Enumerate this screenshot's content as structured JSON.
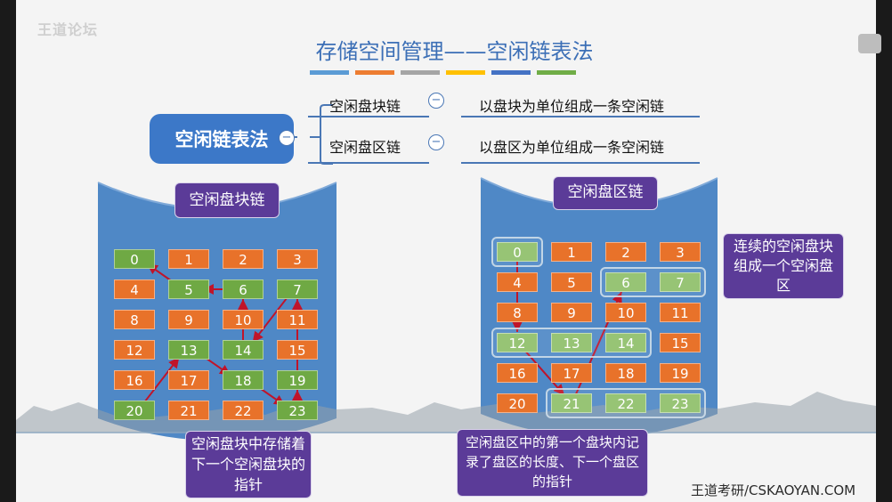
{
  "slide": {
    "title": "存储空间管理——空闲链表法",
    "root_label": "空闲链表法",
    "methods": [
      {
        "name": "空闲盘块链",
        "desc": "以盘块为单位组成一条空闲链"
      },
      {
        "name": "空闲盘区链",
        "desc": "以盘区为单位组成一条空闲链"
      }
    ],
    "left_disk": {
      "title": "空闲盘块链",
      "note": "空闲盘块中存储着下一个空闲盘块的指针"
    },
    "right_disk": {
      "title": "空闲盘区链",
      "note_extent": "连续的空闲盘块组成一个空闲盘区",
      "note_bottom": "空闲盘区中的第一个盘块内记录了盘区的长度、下一个盘区的指针"
    },
    "footer": "王道考研/CSKAOYAN.COM",
    "watermark": "王道论坛"
  },
  "colors": {
    "colorbars": [
      "#5b9bd5",
      "#ed7d31",
      "#a5a5a5",
      "#ffc000",
      "#4472c4",
      "#70ad47"
    ],
    "free_block": "#6fa944",
    "used_block": "#e8722a",
    "cylinder": "#4f88c6",
    "arrow": "#c0142a",
    "bubble": "#5b3b98"
  },
  "blocks": [
    "0",
    "1",
    "2",
    "3",
    "4",
    "5",
    "6",
    "7",
    "8",
    "9",
    "10",
    "11",
    "12",
    "13",
    "14",
    "15",
    "16",
    "17",
    "18",
    "19",
    "20",
    "21",
    "22",
    "23"
  ],
  "left_free_blocks": [
    "0",
    "5",
    "6",
    "7",
    "13",
    "14",
    "18",
    "19",
    "20",
    "23"
  ],
  "right_free_blocks": [
    "0",
    "6",
    "7",
    "12",
    "13",
    "14",
    "21",
    "22",
    "23"
  ],
  "left_chain_order": [
    "20",
    "13",
    "18",
    "23",
    "19",
    "7",
    "14",
    "6",
    "5",
    "0"
  ],
  "right_extents": [
    [
      "0"
    ],
    [
      "12",
      "13",
      "14"
    ],
    [
      "21",
      "22",
      "23"
    ],
    [
      "6",
      "7"
    ]
  ]
}
